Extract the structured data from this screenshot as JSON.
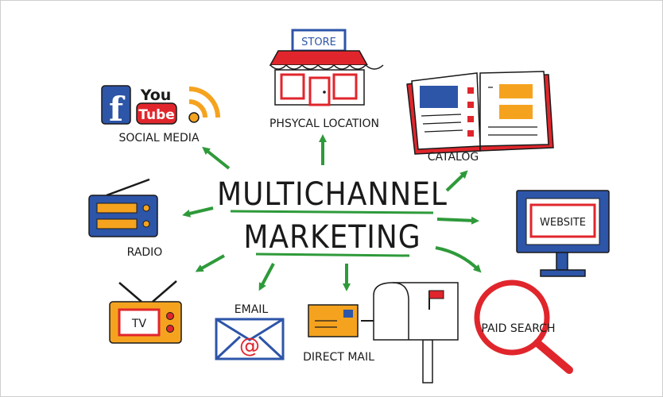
{
  "title": {
    "line1": "MULTICHANNEL",
    "line2": "MARKETING"
  },
  "channels": {
    "social_media": "SOCIAL MEDIA",
    "physical_location": "PHSYCAL LOCATION",
    "store_sign": "STORE",
    "catalog": "CATALOG",
    "website": "WEBSITE",
    "radio": "RADIO",
    "tv": "TV",
    "email": "EMAIL",
    "email_symbol": "@",
    "direct_mail": "DIRECT MAIL",
    "paid_search": "PAID SEARCH"
  },
  "logos": {
    "facebook": "f",
    "youtube_top": "You",
    "youtube_bottom": "Tube"
  },
  "colors": {
    "arrow": "#2e9a3a",
    "underline": "#2e9a3a",
    "blue": "#2d55a8",
    "red": "#e0262c",
    "orange": "#f5a31f",
    "ink": "#1a1a1a"
  }
}
